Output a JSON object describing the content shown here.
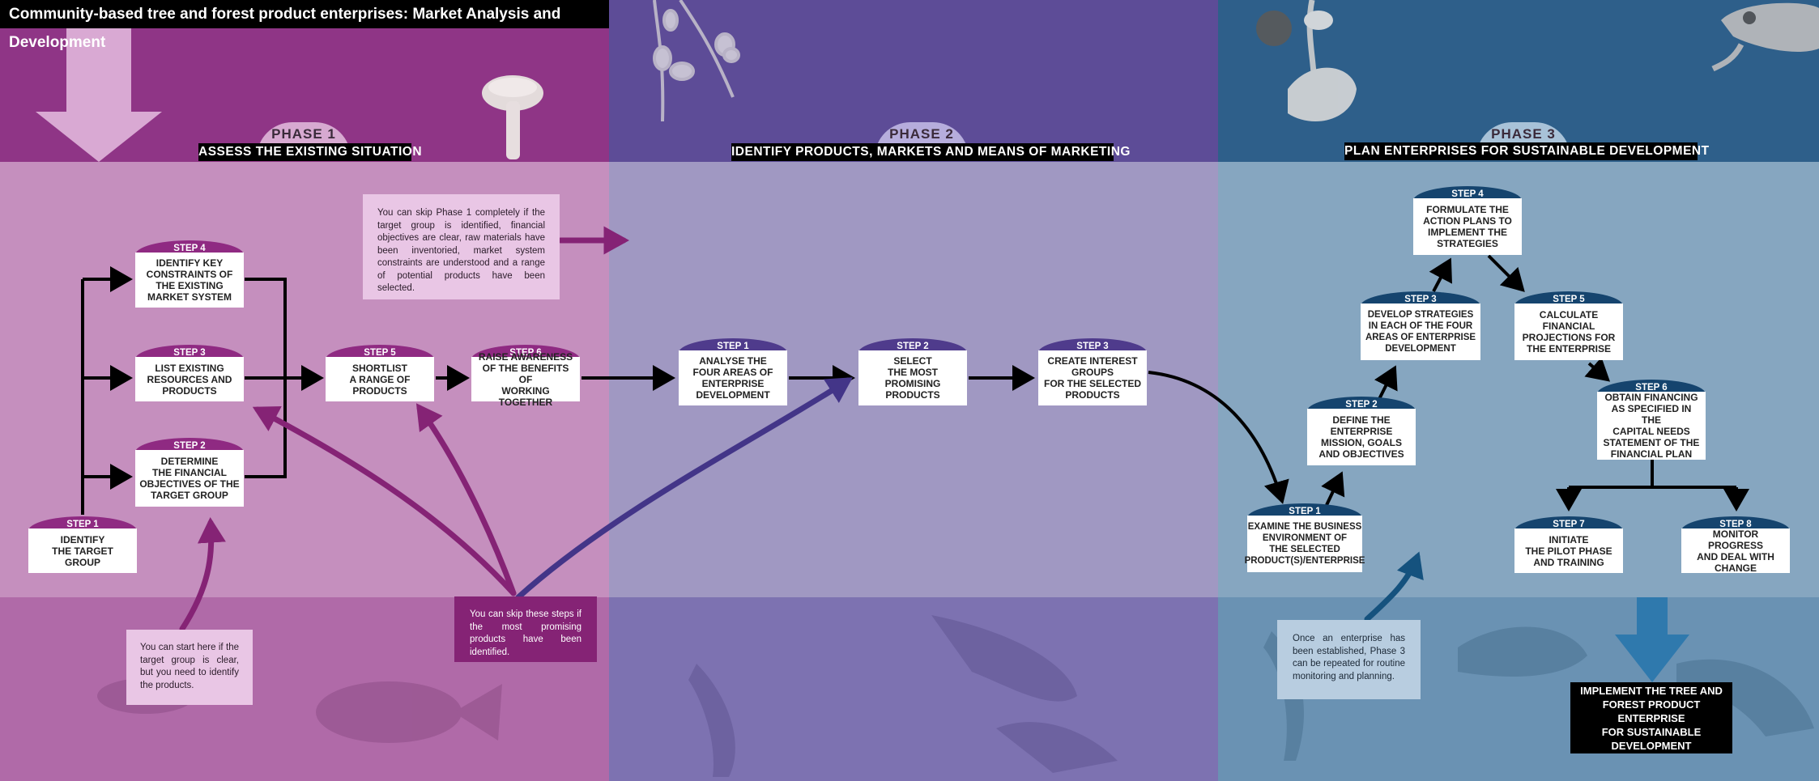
{
  "title": "Community-based tree and forest product enterprises: Market Analysis and Development",
  "phases": [
    {
      "label": "PHASE 1",
      "title": "ASSESS THE EXISTING SITUATION"
    },
    {
      "label": "PHASE 2",
      "title": "IDENTIFY PRODUCTS, MARKETS AND MEANS OF MARKETING"
    },
    {
      "label": "PHASE 3",
      "title": "PLAN ENTERPRISES FOR SUSTAINABLE DEVELOPMENT"
    }
  ],
  "phase1_steps": [
    {
      "label": "STEP 1",
      "text": "IDENTIFY\nTHE TARGET\nGROUP"
    },
    {
      "label": "STEP 2",
      "text": "DETERMINE\nTHE FINANCIAL\nOBJECTIVES OF THE\nTARGET GROUP"
    },
    {
      "label": "STEP 3",
      "text": "LIST EXISTING\nRESOURCES AND\nPRODUCTS"
    },
    {
      "label": "STEP 4",
      "text": "IDENTIFY KEY\nCONSTRAINTS OF\nTHE EXISTING\nMARKET SYSTEM"
    },
    {
      "label": "STEP 5",
      "text": "SHORTLIST\nA RANGE OF\nPRODUCTS"
    },
    {
      "label": "STEP 6",
      "text": "RAISE AWARENESS\nOF THE BENEFITS OF\nWORKING TOGETHER"
    }
  ],
  "phase2_steps": [
    {
      "label": "STEP 1",
      "text": "ANALYSE THE\nFOUR AREAS OF\nENTERPRISE\nDEVELOPMENT"
    },
    {
      "label": "STEP 2",
      "text": "SELECT\nTHE MOST\nPROMISING\nPRODUCTS"
    },
    {
      "label": "STEP 3",
      "text": "CREATE INTEREST\nGROUPS\nFOR THE SELECTED\nPRODUCTS"
    }
  ],
  "phase3_steps": [
    {
      "label": "STEP 1",
      "text": "EXAMINE THE BUSINESS\nENVIRONMENT OF\nTHE SELECTED\nPRODUCT(S)/ENTERPRISE"
    },
    {
      "label": "STEP 2",
      "text": "DEFINE THE\nENTERPRISE\nMISSION, GOALS\nAND OBJECTIVES"
    },
    {
      "label": "STEP 3",
      "text": "DEVELOP STRATEGIES\nIN EACH OF THE FOUR\nAREAS OF ENTERPRISE\nDEVELOPMENT"
    },
    {
      "label": "STEP 4",
      "text": "FORMULATE THE\nACTION PLANS TO\nIMPLEMENT THE\nSTRATEGIES"
    },
    {
      "label": "STEP 5",
      "text": "CALCULATE\nFINANCIAL\nPROJECTIONS FOR\nTHE ENTERPRISE"
    },
    {
      "label": "STEP 6",
      "text": "OBTAIN FINANCING\nAS SPECIFIED IN THE\nCAPITAL NEEDS\nSTATEMENT OF THE\nFINANCIAL PLAN"
    },
    {
      "label": "STEP 7",
      "text": "INITIATE\nTHE PILOT PHASE\nAND TRAINING"
    },
    {
      "label": "STEP 8",
      "text": "MONITOR PROGRESS\nAND DEAL WITH\nCHANGE"
    }
  ],
  "notes": {
    "skip_phase1": "You can skip Phase 1 completely if the target group is identified, financial objectives are clear, raw materials have been inventoried, market system constraints are understood and a range of potential products have been selected.",
    "start_here": "You can start here if the target group is clear, but you need to identify the products.",
    "skip_steps": "You can skip these steps if the most promising products have been identified.",
    "repeat_phase3": "Once an enterprise has been established, Phase 3 can be repeated for routine monitoring and planning."
  },
  "final_box": "IMPLEMENT THE TREE AND\nFOREST PRODUCT ENTERPRISE\nFOR SUSTAINABLE\nDEVELOPMENT",
  "colors": {
    "phase1_dark": "#8f3586",
    "phase2_dark": "#5d4c97",
    "phase3_dark": "#2e5f8a",
    "arrow_purple": "#852375",
    "arrow_indigo": "#433588",
    "arrow_blue": "#15527e"
  }
}
